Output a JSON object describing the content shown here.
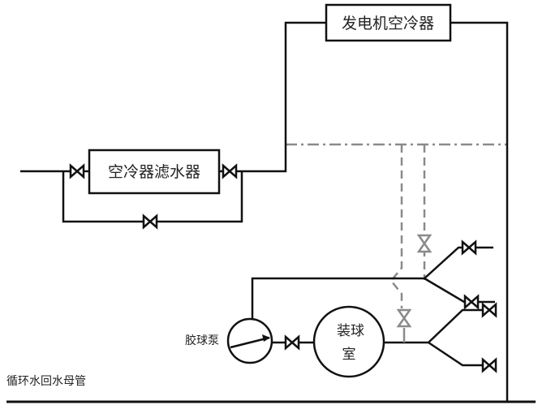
{
  "labels": {
    "generator_cooler": "发电机空冷器",
    "cooler_filter": "空冷器滤水器",
    "ball_pump": "胶球泵",
    "ball_chamber_line1": "装球",
    "ball_chamber_line2": "室",
    "return_header": "循环水回水母管"
  },
  "colors": {
    "pipe": "#111111",
    "dashed_line": "#8a8a8a"
  }
}
